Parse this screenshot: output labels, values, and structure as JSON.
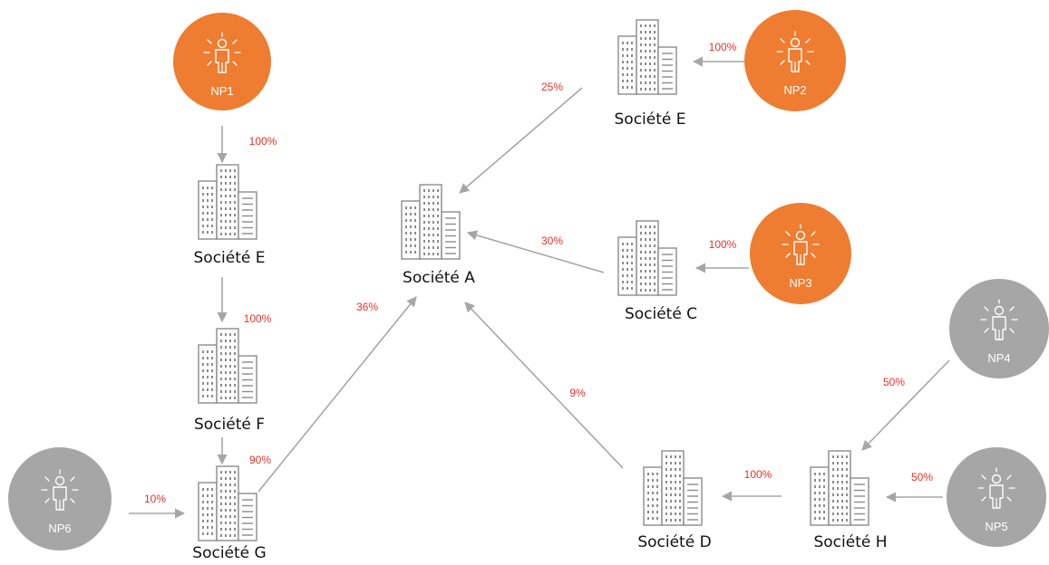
{
  "colors": {
    "owner_primary": "#EE7D31",
    "owner_secondary": "#A6A6A6",
    "percent_text": "#E5332A",
    "arrow": "#A6A6A6",
    "building": "#8C8C8C"
  },
  "icons": {
    "company": "building-icon",
    "person": "person-with-rays-icon"
  },
  "companies": [
    {
      "id": "A",
      "label": "Société A"
    },
    {
      "id": "E1",
      "label": "Société E"
    },
    {
      "id": "E2",
      "label": "Société E"
    },
    {
      "id": "F",
      "label": "Société F"
    },
    {
      "id": "G",
      "label": "Société G"
    },
    {
      "id": "C",
      "label": "Société C"
    },
    {
      "id": "D",
      "label": "Société D"
    },
    {
      "id": "H",
      "label": "Société H"
    }
  ],
  "persons": [
    {
      "id": "NP1",
      "label": "NP1",
      "group": "primary"
    },
    {
      "id": "NP2",
      "label": "NP2",
      "group": "primary"
    },
    {
      "id": "NP3",
      "label": "NP3",
      "group": "primary"
    },
    {
      "id": "NP4",
      "label": "NP4",
      "group": "secondary"
    },
    {
      "id": "NP5",
      "label": "NP5",
      "group": "secondary"
    },
    {
      "id": "NP6",
      "label": "NP6",
      "group": "secondary"
    }
  ],
  "edges": [
    {
      "from": "NP1",
      "to": "E1",
      "label": "100%"
    },
    {
      "from": "E1",
      "to": "F",
      "label": "100%"
    },
    {
      "from": "F",
      "to": "G",
      "label": "90%"
    },
    {
      "from": "NP6",
      "to": "G",
      "label": "10%"
    },
    {
      "from": "G",
      "to": "A",
      "label": "36%"
    },
    {
      "from": "NP2",
      "to": "E2",
      "label": "100%"
    },
    {
      "from": "E2",
      "to": "A",
      "label": "25%"
    },
    {
      "from": "NP3",
      "to": "C",
      "label": "100%"
    },
    {
      "from": "C",
      "to": "A",
      "label": "30%"
    },
    {
      "from": "NP4",
      "to": "H",
      "label": "50%"
    },
    {
      "from": "NP5",
      "to": "H",
      "label": "50%"
    },
    {
      "from": "H",
      "to": "D",
      "label": "100%"
    },
    {
      "from": "D",
      "to": "A",
      "label": "9%"
    }
  ]
}
